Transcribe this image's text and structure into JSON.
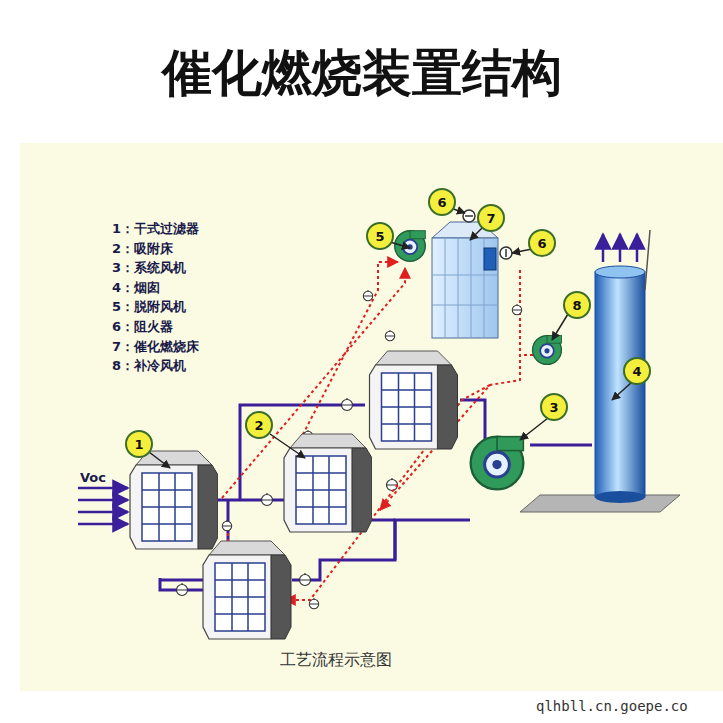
{
  "diagram": {
    "title": "催化燃烧装置结构",
    "caption": "工艺流程示意图",
    "nodes": [
      {
        "text": [
          "6"
        ]
      },
      {
        "text": [
          "5"
        ]
      },
      {
        "text": [
          "7"
        ]
      },
      {
        "text": [
          "6"
        ]
      },
      {
        "text": [
          "8"
        ]
      },
      {
        "text": [
          "4"
        ]
      },
      {
        "text": [
          "2"
        ]
      },
      {
        "text": [
          "3"
        ]
      },
      {
        "text": [
          "1"
        ]
      }
    ],
    "labels": [
      "1：干式过滤器",
      "2：吸附床",
      "3：系统风机",
      "4：烟囱",
      "5：脱附风机",
      "6：阻火器",
      "7：催化燃烧床",
      "8：补冷风机",
      "Voc",
      "qlhbll.cn.goepe.co"
    ]
  }
}
